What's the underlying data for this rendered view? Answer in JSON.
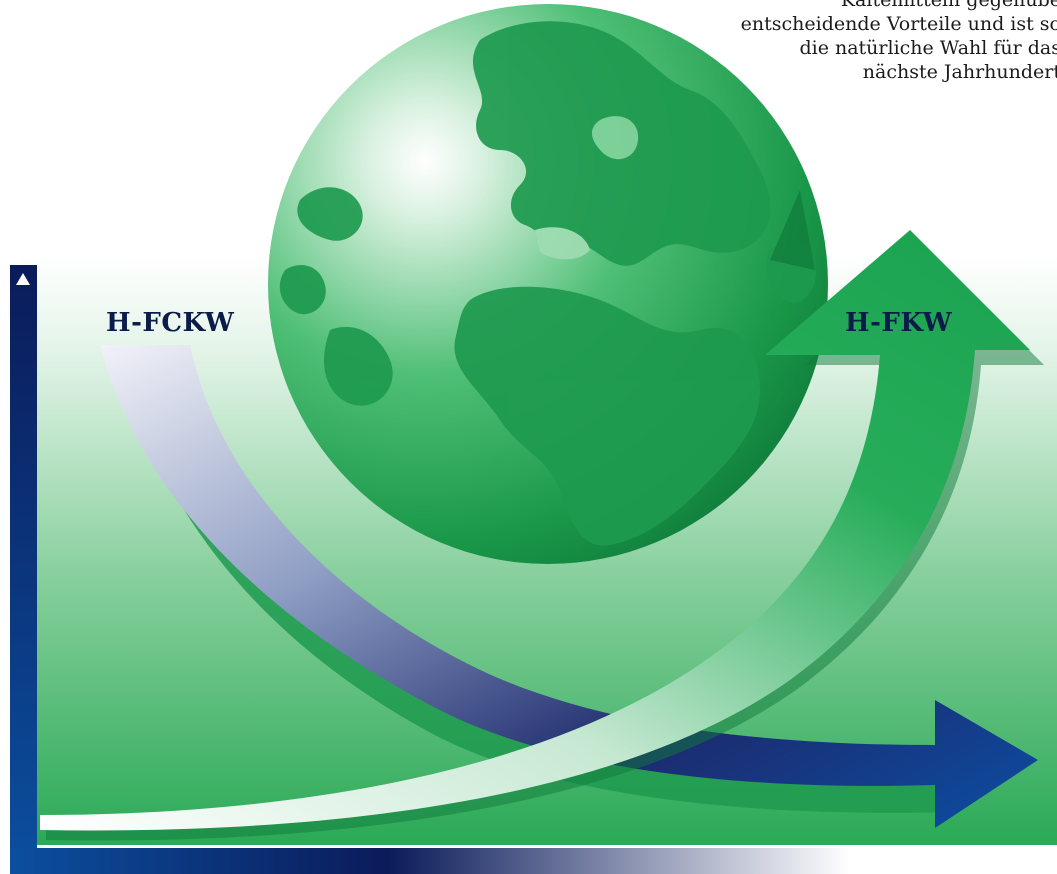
{
  "intro_text": {
    "lines": [
      "Kältemitteln gegenübe",
      "entscheidende Vorteile und ist so",
      "die natürliche Wahl für das",
      "nächste Jahrhundert"
    ]
  },
  "curves": {
    "left_label": "H-FCKW",
    "right_label": "H-FKW"
  },
  "colors": {
    "navy": "#0b1b5a",
    "blue": "#0b57a8",
    "green": "#1fa954",
    "dark_green": "#0f7a3b",
    "light_green": "#e8f6ec",
    "globe_land": "#1e9a4f"
  }
}
